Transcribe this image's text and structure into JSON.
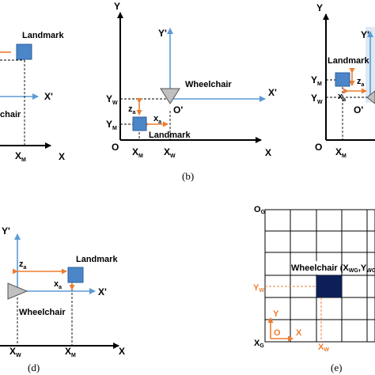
{
  "colors": {
    "landmark": "#4a86c8",
    "landmark_border": "#2e5f99",
    "wheelchair": "#c0c0c0",
    "axis_blue": "#5b9bd5",
    "arrow_orange": "#ed7d31",
    "grid_cell_highlight": "#0d1f57"
  },
  "panel_a": {
    "landmark": "Landmark",
    "wheelchair": "chair",
    "x_prime": "X'",
    "x_axis": "X",
    "x_m": "X",
    "x_m_sub": "M"
  },
  "panel_b": {
    "caption": "(b)",
    "y_axis": "Y",
    "x_axis": "X",
    "y_prime": "Y'",
    "x_prime": "X'",
    "o_prime": "O'",
    "origin": "O",
    "wheelchair": "Wheelchair",
    "landmark": "Landmark",
    "y_w": "Y",
    "y_w_sub": "W",
    "y_m": "Y",
    "y_m_sub": "M",
    "x_m": "X",
    "x_m_sub": "M",
    "x_w": "X",
    "x_w_sub": "W",
    "z_a": "z",
    "z_a_sub": "a",
    "x_a": "x",
    "x_a_sub": "a"
  },
  "panel_c": {
    "y_axis": "Y",
    "y_prime": "Y'",
    "o_prime": "O'",
    "origin": "O",
    "landmark": "Landmark",
    "y_m": "Y",
    "y_m_sub": "M",
    "y_w": "Y",
    "y_w_sub": "W",
    "x_m": "X",
    "x_m_sub": "M",
    "x_a": "x",
    "x_a_sub": "a",
    "z_a": "z",
    "z_a_sub": "a"
  },
  "panel_d": {
    "caption": "(d)",
    "y_prime": "Y'",
    "x_prime": "X'",
    "x_axis": "X",
    "landmark": "Landmark",
    "wheelchair": "Wheelchair",
    "z_a": "z",
    "z_a_sub": "a",
    "x_a": "x",
    "x_a_sub": "a",
    "x_w": "X",
    "x_w_sub": "W",
    "x_m": "X",
    "x_m_sub": "M"
  },
  "panel_e": {
    "caption": "(e)",
    "o_g": "O",
    "o_g_sub": "G",
    "x_g": "X",
    "x_g_sub": "G",
    "wheelchair_label": "Wheelchair (X",
    "wg_sub_1": "WG",
    "comma": ",Y",
    "wg_sub_2": "WG",
    "close_paren": ")",
    "y_w": "Y",
    "y_w_sub": "W",
    "x_w": "X",
    "x_w_sub": "W",
    "local_y": "Y",
    "local_x": "X",
    "local_o": "O"
  }
}
